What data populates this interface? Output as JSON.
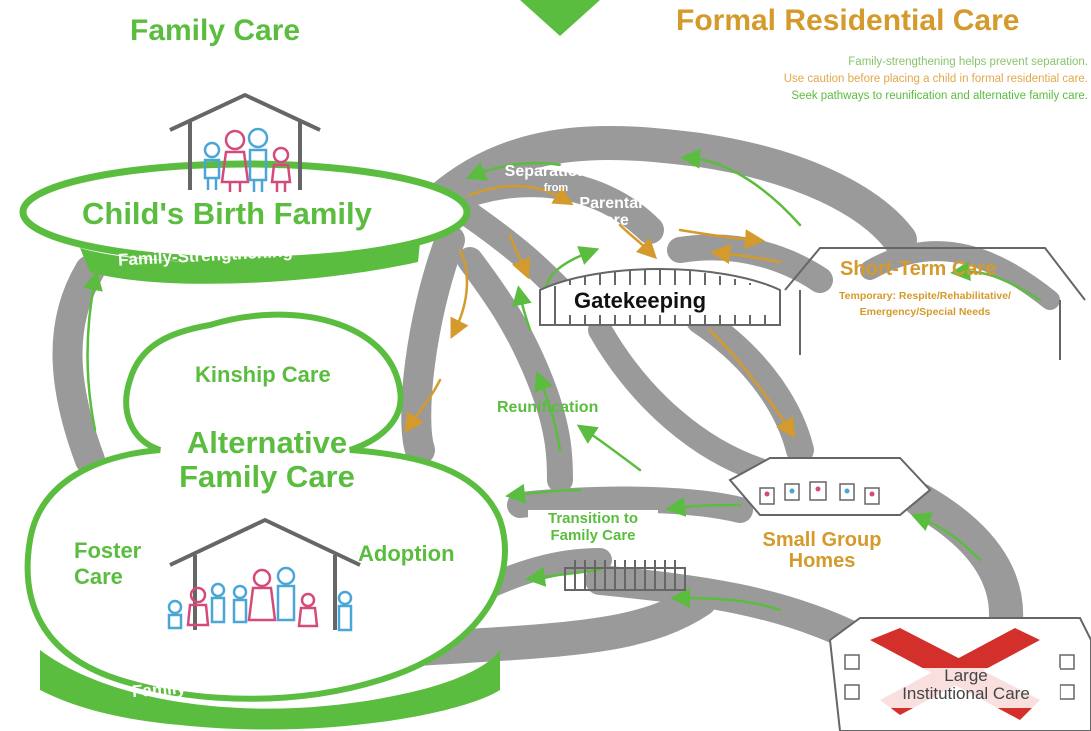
{
  "headers": {
    "family_care": "Family Care",
    "formal_residential_care": "Formal Residential Care",
    "notes": [
      "Family-strengthening helps prevent separation.",
      "Use caution before placing a child in formal residential care.",
      "Seek pathways to reunification and alternative family care."
    ]
  },
  "birth_family": {
    "title": "Child's Birth Family",
    "band": "Family-Strengthening"
  },
  "alternative": {
    "kinship": "Kinship Care",
    "title_line1": "Alternative",
    "title_line2": "Family Care",
    "foster_line1": "Foster",
    "foster_line2": "Care",
    "adoption": "Adoption",
    "band": "Family-Strengthening"
  },
  "road": {
    "separation": "Separation",
    "from": "from",
    "parental": "Parental",
    "care": "Care",
    "gatekeeping": "Gatekeeping",
    "reunification": "Reunification",
    "transition_line1": "Transition to",
    "transition_line2": "Family Care"
  },
  "short_term": {
    "title": "Short-Term Care",
    "subtitle_line1": "Temporary: Respite/Rehabilitative/",
    "subtitle_line2": "Emergency/Special Needs"
  },
  "small_group": {
    "line1": "Small Group",
    "line2": "Homes"
  },
  "large_institution": {
    "line1": "Large",
    "line2": "Institutional Care"
  },
  "colors": {
    "green": "#5bbd3f",
    "gold": "#d49a2c",
    "road": "#9a9a9a",
    "red": "#d3302b"
  }
}
